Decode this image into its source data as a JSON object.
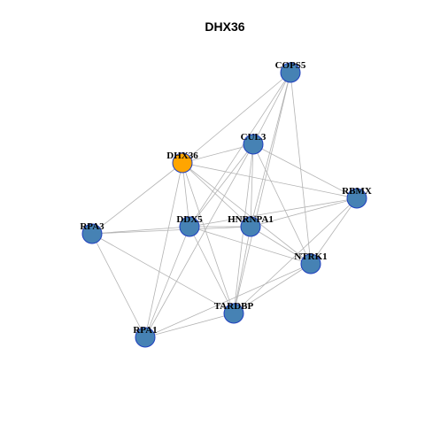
{
  "title": "DHX36",
  "colors": {
    "node_default": "#4682b4",
    "node_highlight": "#ffa500",
    "node_border": "#1f3fbf",
    "edge": "#b3b3b3"
  },
  "nodes": [
    {
      "id": "COPS5",
      "label": "COPS5",
      "highlight": false
    },
    {
      "id": "CUL3",
      "label": "CUL3",
      "highlight": false
    },
    {
      "id": "DHX36",
      "label": "DHX36",
      "highlight": true
    },
    {
      "id": "RBMX",
      "label": "RBMX",
      "highlight": false
    },
    {
      "id": "RPA3",
      "label": "RPA3",
      "highlight": false
    },
    {
      "id": "DDX5",
      "label": "DDX5",
      "highlight": false
    },
    {
      "id": "HNRNPA1",
      "label": "HNRNPA1",
      "highlight": false
    },
    {
      "id": "NTRK1",
      "label": "NTRK1",
      "highlight": false
    },
    {
      "id": "TARDBP",
      "label": "TARDBP",
      "highlight": false
    },
    {
      "id": "RPA1",
      "label": "RPA1",
      "highlight": false
    }
  ],
  "edges": [
    [
      "COPS5",
      "CUL3"
    ],
    [
      "COPS5",
      "DHX36"
    ],
    [
      "COPS5",
      "HNRNPA1"
    ],
    [
      "COPS5",
      "NTRK1"
    ],
    [
      "COPS5",
      "TARDBP"
    ],
    [
      "COPS5",
      "DDX5"
    ],
    [
      "CUL3",
      "DHX36"
    ],
    [
      "CUL3",
      "RBMX"
    ],
    [
      "CUL3",
      "DDX5"
    ],
    [
      "CUL3",
      "HNRNPA1"
    ],
    [
      "CUL3",
      "NTRK1"
    ],
    [
      "CUL3",
      "TARDBP"
    ],
    [
      "CUL3",
      "RPA1"
    ],
    [
      "DHX36",
      "RBMX"
    ],
    [
      "DHX36",
      "RPA3"
    ],
    [
      "DHX36",
      "DDX5"
    ],
    [
      "DHX36",
      "HNRNPA1"
    ],
    [
      "DHX36",
      "NTRK1"
    ],
    [
      "DHX36",
      "TARDBP"
    ],
    [
      "DHX36",
      "RPA1"
    ],
    [
      "RBMX",
      "DDX5"
    ],
    [
      "RBMX",
      "HNRNPA1"
    ],
    [
      "RBMX",
      "NTRK1"
    ],
    [
      "RBMX",
      "TARDBP"
    ],
    [
      "RPA3",
      "DDX5"
    ],
    [
      "RPA3",
      "HNRNPA1"
    ],
    [
      "RPA3",
      "TARDBP"
    ],
    [
      "RPA3",
      "RPA1"
    ],
    [
      "DDX5",
      "HNRNPA1"
    ],
    [
      "DDX5",
      "NTRK1"
    ],
    [
      "DDX5",
      "TARDBP"
    ],
    [
      "DDX5",
      "RPA1"
    ],
    [
      "HNRNPA1",
      "NTRK1"
    ],
    [
      "HNRNPA1",
      "TARDBP"
    ],
    [
      "NTRK1",
      "TARDBP"
    ],
    [
      "NTRK1",
      "RPA1"
    ],
    [
      "TARDBP",
      "RPA1"
    ]
  ]
}
